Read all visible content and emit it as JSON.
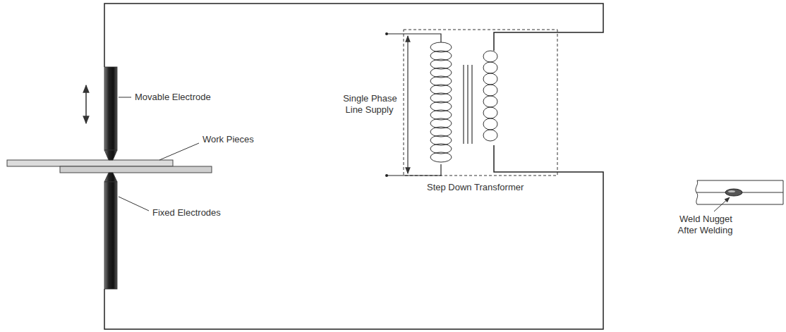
{
  "diagram": {
    "labels": [
      "Movable Electrode",
      "Work Pieces",
      "Fixed Electrodes",
      "Single Phase Line Supply",
      "Step Down Transformer",
      "Weld Nugget After Welding"
    ]
  }
}
